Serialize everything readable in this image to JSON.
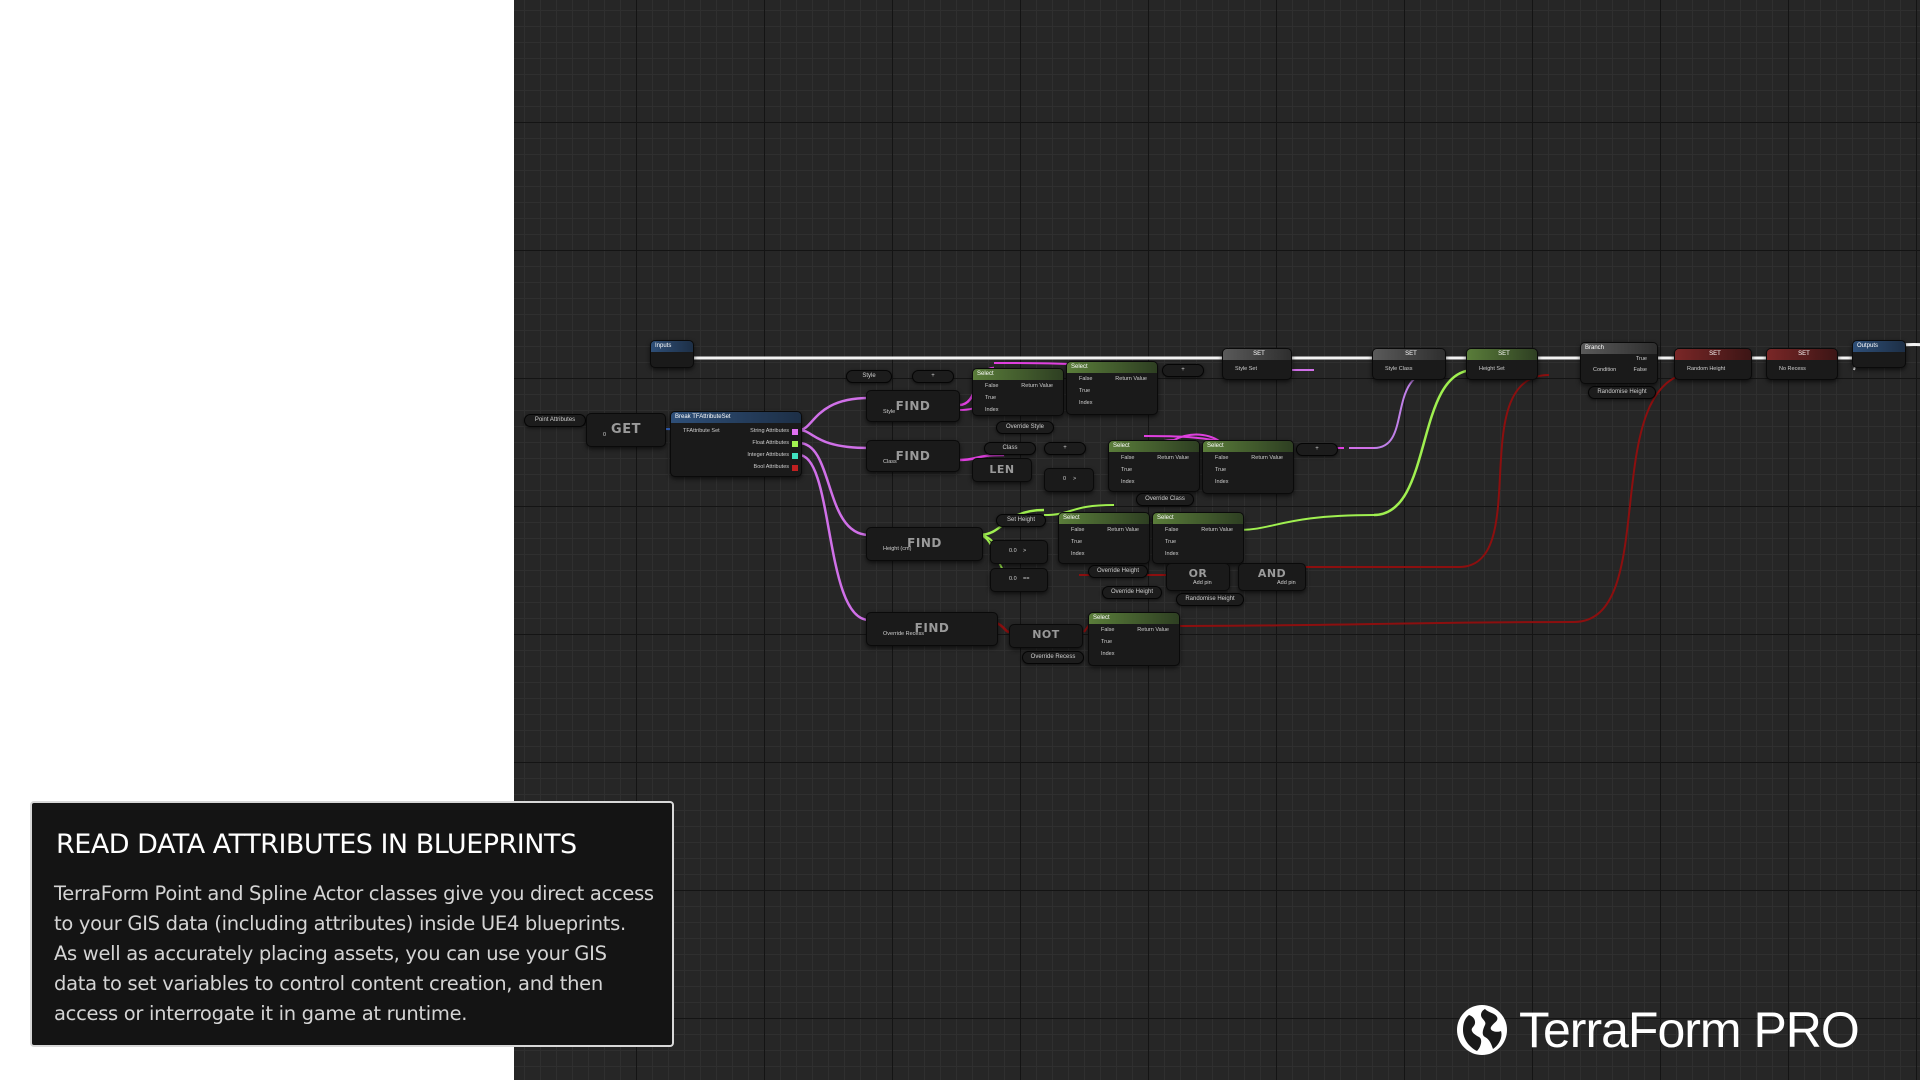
{
  "info": {
    "title": "READ DATA ATTRIBUTES IN BLUEPRINTS",
    "body": "TerraForm Point and Spline Actor classes give you direct access to your GIS data (including attributes) inside UE4 blueprints. As well as accurately placing assets, you can use your GIS data to set variables to control content creation, and then access or interrogate it in game at runtime."
  },
  "brand": {
    "name": "TerraForm PRO",
    "icon": "globe-icon"
  },
  "nodes": {
    "inputs": "Inputs",
    "outputs": "Outputs",
    "point_attributes": "Point Attributes",
    "get": "GET",
    "break_title": "Break TFAttributeSet",
    "break_in": "TFAttribute Set",
    "break_string": "String Attributes",
    "break_float": "Float Attributes",
    "break_integer": "Integer Attributes",
    "break_bool": "Bool Attributes",
    "find": "FIND",
    "len": "LEN",
    "not": "NOT",
    "or": "OR",
    "and": "AND",
    "add_pin": "Add pin",
    "set": "SET",
    "branch": "Branch",
    "select": "Select",
    "false": "False",
    "true": "True",
    "index": "Index",
    "return_value": "Return Value",
    "condition": "Condition",
    "style": "Style",
    "class": "Class",
    "height_cm": "Height (cm)",
    "override_recess": "Override Recess",
    "override_style": "Override Style",
    "override_class": "Override Class",
    "override_height": "Override Height",
    "randomise_height": "Randomise Height",
    "set_height": "Set Height",
    "style_set": "Style Set",
    "style_class": "Style Class",
    "height_set": "Height Set",
    "random_height": "Random Height",
    "no_recess": "No Recess",
    "zero": "0",
    "zero_f": "0.0",
    "plus": "+",
    "eq": "==",
    "gt": ">"
  },
  "colors": {
    "exec": "#ffffff",
    "string": "#e070f0",
    "float": "#a0f050",
    "bool": "#8c0f0f",
    "struct": "#3a6ed0"
  }
}
